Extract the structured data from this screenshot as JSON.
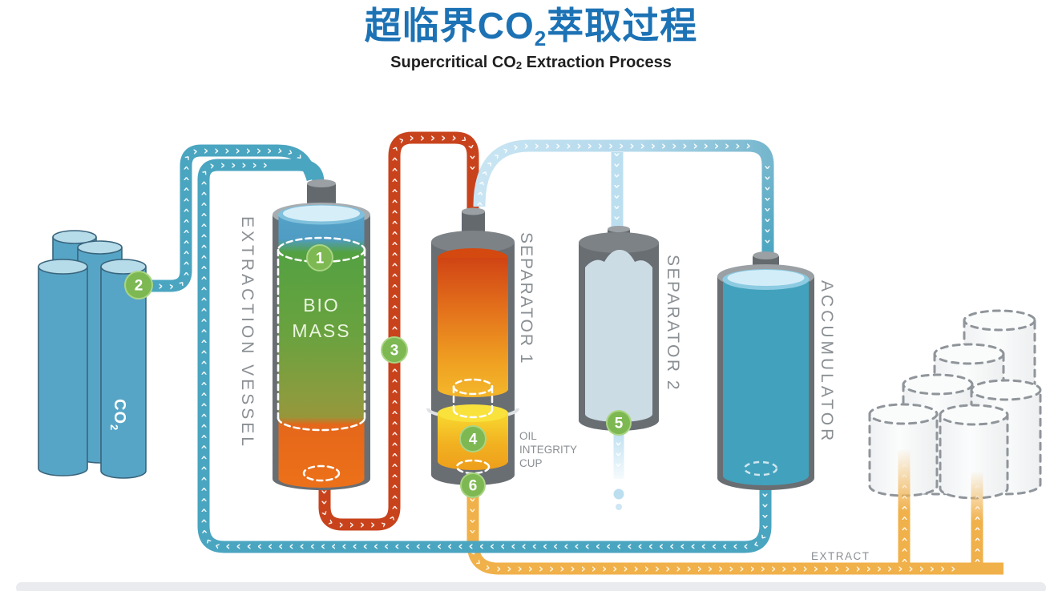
{
  "title": {
    "zh_parts": [
      "超临界",
      "CO",
      "2",
      "萃取过程"
    ],
    "en_parts": [
      "Supercritical ",
      "CO",
      "2",
      " Extraction Process"
    ],
    "accent_color": "#1c72b4",
    "subtitle_color": "#1f1f1f"
  },
  "equipment": {
    "co2_tank_label": [
      "CO",
      "2"
    ],
    "extraction_vessel": "EXTRACTION VESSEL",
    "biomass_lines": [
      "BIO",
      "MASS"
    ],
    "separator1": "SEPARATOR 1",
    "separator2": "SEPARATOR 2",
    "accumulator": "ACCUMULATOR",
    "oil_cup_lines": [
      "OIL",
      "INTEGRITY",
      "CUP"
    ],
    "extract_label": "EXTRACT",
    "label_color": "#8a8f93"
  },
  "steps": {
    "badge_color": "#7db852",
    "badge_ring": "#a9d584",
    "items": [
      "1",
      "2",
      "3",
      "4",
      "5",
      "6"
    ]
  },
  "pipes": {
    "chevron_glyph": "›",
    "recycle_teal": "#4aa5c0",
    "hot_red": "#c8431c",
    "vapor_blue": "#bcdff0",
    "extract_yellow": "#f0b04a"
  },
  "palette": {
    "vessel_gray": "#696e73",
    "vessel_gray_light": "#a8adb1",
    "biomass_green": "#5aa343",
    "biomass_olive": "#8d9b3e",
    "vessel_orange": "#ec7019",
    "separator1_hot": "#d04414",
    "cup_yellow": "#f8d930",
    "separator2_fill": "#ccdce5",
    "accumulator_teal": "#42a2bd",
    "bottom_strip": "#e9ebee"
  }
}
